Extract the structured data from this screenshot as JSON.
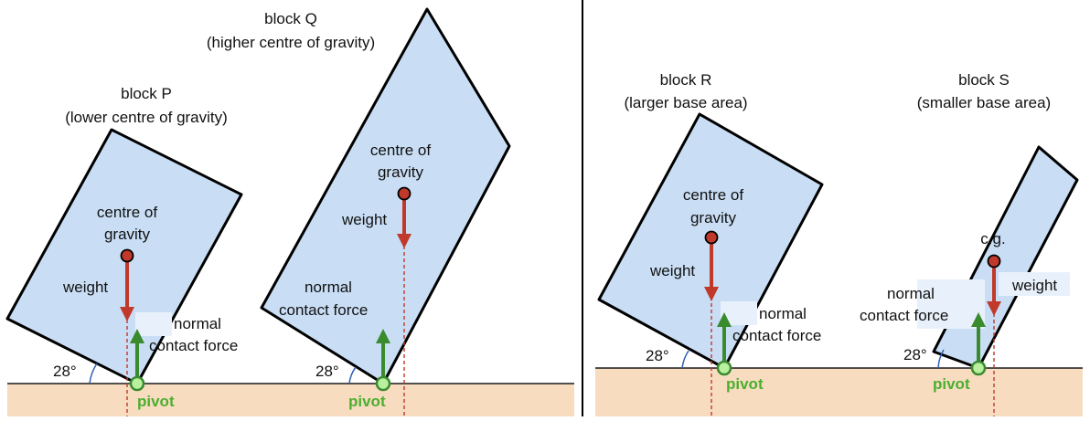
{
  "colors": {
    "block_fill": "#c9def5",
    "block_stroke": "#000000",
    "ground": "#f7dcc0",
    "weight_arrow": "#c0392b",
    "normal_arrow": "#3a8a2e",
    "pivot": "#4caf2f",
    "vertical_guide": "#c0392b",
    "angle_arc": "#2f5fb3"
  },
  "left_panel": {
    "block_p": {
      "title": "block P",
      "subtitle": "(lower centre of gravity)",
      "cg_line1": "centre of",
      "cg_line2": "gravity",
      "weight_label": "weight",
      "normal_line1": "normal",
      "normal_line2": "contact force",
      "angle": "28°",
      "pivot": "pivot"
    },
    "block_q": {
      "title": "block Q",
      "subtitle": "(higher centre of gravity)",
      "cg_line1": "centre of",
      "cg_line2": "gravity",
      "weight_label": "weight",
      "normal_line1": "normal",
      "normal_line2": "contact force",
      "angle": "28°",
      "pivot": "pivot"
    }
  },
  "right_panel": {
    "block_r": {
      "title": "block R",
      "subtitle": "(larger base area)",
      "cg_line1": "centre of",
      "cg_line2": "gravity",
      "weight_label": "weight",
      "normal_line1": "normal",
      "normal_line2": "contact force",
      "angle": "28°",
      "pivot": "pivot"
    },
    "block_s": {
      "title": "block S",
      "subtitle": "(smaller base area)",
      "cg_label": "c.g.",
      "weight_label": "weight",
      "normal_line1": "normal",
      "normal_line2": "contact force",
      "angle": "28°",
      "pivot": "pivot"
    }
  }
}
